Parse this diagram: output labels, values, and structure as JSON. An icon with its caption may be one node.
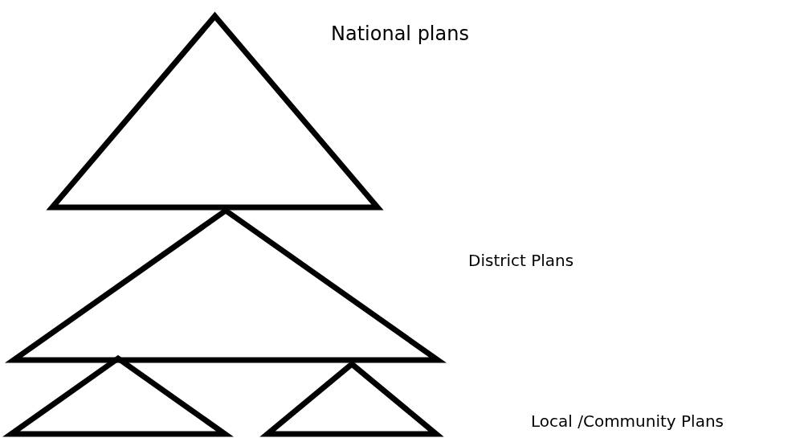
{
  "diagram": {
    "nodes": [
      {
        "text": [],
        "shape": "triangle",
        "beside": [
          "National plans"
        ]
      },
      {
        "text": [],
        "shape": "triangle",
        "beside": [
          "District Plans"
        ]
      },
      {
        "text": [],
        "shape": "triangle"
      },
      {
        "text": [],
        "shape": "triangle"
      }
    ],
    "labels": [
      "Local /Community Plans"
    ]
  }
}
